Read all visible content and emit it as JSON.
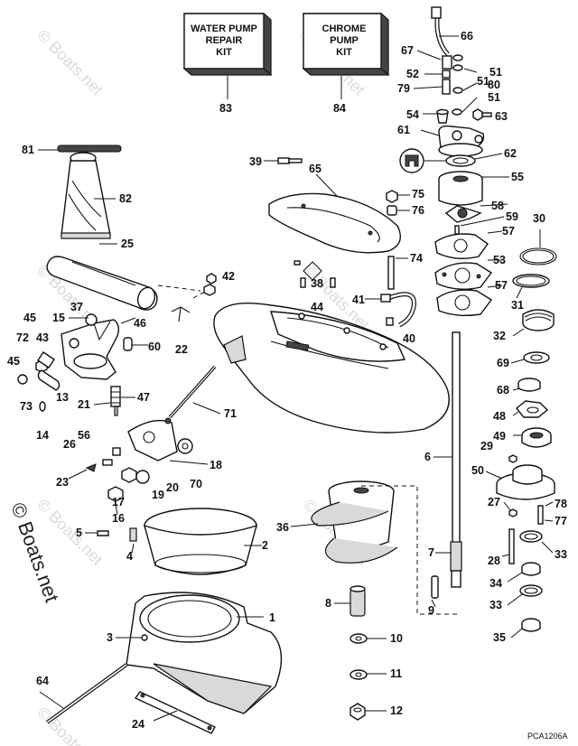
{
  "kits": {
    "water_pump_repair": [
      "WATER PUMP",
      "REPAIR",
      "KIT"
    ],
    "chrome_pump": [
      "CHROME",
      "PUMP",
      "KIT"
    ]
  },
  "callouts": [
    "1",
    "2",
    "3",
    "4",
    "5",
    "6",
    "7",
    "8",
    "9",
    "10",
    "11",
    "12",
    "13",
    "14",
    "15",
    "16",
    "17",
    "18",
    "19",
    "20",
    "21",
    "22",
    "23",
    "24",
    "25",
    "26",
    "27",
    "28",
    "29",
    "30",
    "31",
    "32",
    "33",
    "33",
    "34",
    "35",
    "36",
    "37",
    "38",
    "39",
    "40",
    "41",
    "42",
    "43",
    "44",
    "45",
    "45",
    "46",
    "47",
    "48",
    "49",
    "50",
    "51",
    "51",
    "51",
    "52",
    "53",
    "54",
    "55",
    "56",
    "57",
    "57",
    "58",
    "59",
    "60",
    "61",
    "62",
    "63",
    "64",
    "65",
    "66",
    "67",
    "68",
    "69",
    "70",
    "71",
    "72",
    "73",
    "74",
    "75",
    "76",
    "77",
    "78",
    "79",
    "80",
    "81",
    "82",
    "83",
    "84"
  ],
  "watermark": {
    "main": "© Boats.net",
    "faint": "© Boats.net"
  },
  "figure_code": "PCA1206A"
}
